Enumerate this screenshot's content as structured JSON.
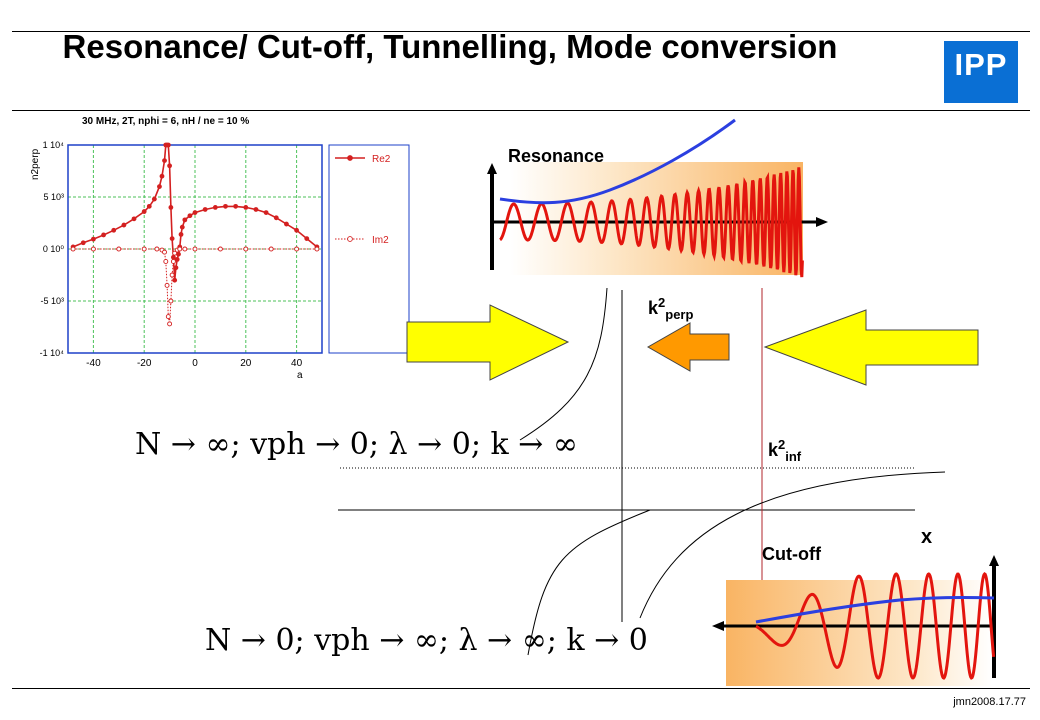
{
  "slide": {
    "title": "Resonance/ Cut-off, Tunnelling, Mode conversion",
    "logo_text": "IPP",
    "footer": "jmn2008.17.77",
    "colors": {
      "logo": "#0a6fd4",
      "wave": "#e3150e",
      "envelope": "#2b3fe0",
      "big_arrow": "#ffff00",
      "small_arrow": "#ff9900",
      "plot_frame": "#1e40c8",
      "grid": "#4cc25a"
    }
  },
  "labels": {
    "resonance": "Resonance",
    "cutoff": "Cut-off",
    "k2perp_base": "k",
    "k2perp_sup": "2",
    "k2perp_sub": "perp",
    "k2inf_base": "k",
    "k2inf_sup": "2",
    "k2inf_sub": "inf",
    "x_axis": "x"
  },
  "equations": {
    "resonance": "N → ∞;   vph → 0;   λ → 0;   k → ∞",
    "cutoff": "N → 0;   vph → ∞;   λ → ∞;   k → 0"
  },
  "chart_data": {
    "type": "line",
    "title": "30 MHz, 2T, nphi = 6, nH / ne = 10 %",
    "xlabel": "a",
    "ylabel": "n2perp",
    "xlim": [
      -50,
      50
    ],
    "ylim": [
      -10000,
      10000
    ],
    "xticks": [
      "-40",
      "-20",
      "0",
      "20",
      "40"
    ],
    "yticks": [
      "1 10⁴",
      "5 10³",
      "0 10⁰",
      "-5 10³",
      "-1 10⁴"
    ],
    "grid": true,
    "legend": "right",
    "series": [
      {
        "name": "Re2",
        "x": [
          -48,
          -44,
          -40,
          -36,
          -32,
          -28,
          -24,
          -20,
          -18,
          -16,
          -14,
          -13,
          -12,
          -11.5,
          -11,
          -10.5,
          -10,
          -9.5,
          -9,
          -8.5,
          -8,
          -7.5,
          -7,
          -6.5,
          -6,
          -5.5,
          -5,
          -4,
          -2,
          0,
          4,
          8,
          12,
          16,
          20,
          24,
          28,
          32,
          36,
          40,
          44,
          48
        ],
        "y": [
          200,
          600,
          950,
          1350,
          1800,
          2300,
          2900,
          3600,
          4100,
          4800,
          6000,
          7000,
          8500,
          10000,
          10000,
          10000,
          8000,
          4000,
          1000,
          -800,
          -3000,
          -1800,
          -1000,
          -500,
          200,
          1400,
          2100,
          2800,
          3200,
          3500,
          3800,
          4000,
          4100,
          4100,
          4000,
          3800,
          3500,
          3000,
          2400,
          1800,
          1000,
          200
        ]
      },
      {
        "name": "Im2",
        "x": [
          -48,
          -40,
          -30,
          -20,
          -15,
          -13,
          -12,
          -11.5,
          -11,
          -10.5,
          -10,
          -9.5,
          -9,
          -8.5,
          -8,
          -7,
          -6,
          -4,
          0,
          10,
          20,
          30,
          40,
          48
        ],
        "y": [
          0,
          0,
          0,
          0,
          0,
          -100,
          -300,
          -1200,
          -3500,
          -6500,
          -7200,
          -5000,
          -2500,
          -1200,
          -400,
          -100,
          0,
          0,
          0,
          0,
          0,
          0,
          0,
          0
        ]
      }
    ]
  }
}
